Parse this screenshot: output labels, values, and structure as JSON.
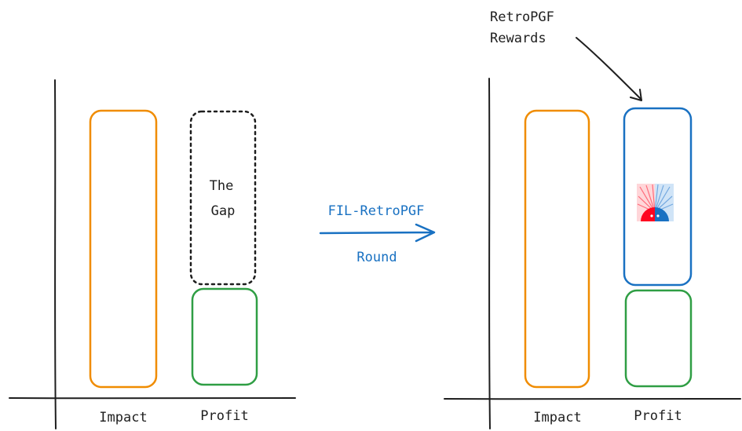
{
  "left_panel": {
    "x_labels": [
      "Impact",
      "Profit"
    ],
    "gap_label_line1": "The",
    "gap_label_line2": "Gap"
  },
  "middle": {
    "label_top": "FIL-RetroPGF",
    "label_bottom": "Round"
  },
  "right_panel": {
    "x_labels": [
      "Impact",
      "Profit"
    ],
    "annotation_line1": "RetroPGF",
    "annotation_line2": "Rewards",
    "logo_name": "retropgf-sun-logo"
  },
  "colors": {
    "impact": "#f08c00",
    "profit": "#2f9e44",
    "rewards": "#1971c2",
    "gap": "#1e1e1e",
    "axis": "#1e1e1e",
    "logo_red": "#ff0420",
    "logo_blue": "#1971c2"
  }
}
